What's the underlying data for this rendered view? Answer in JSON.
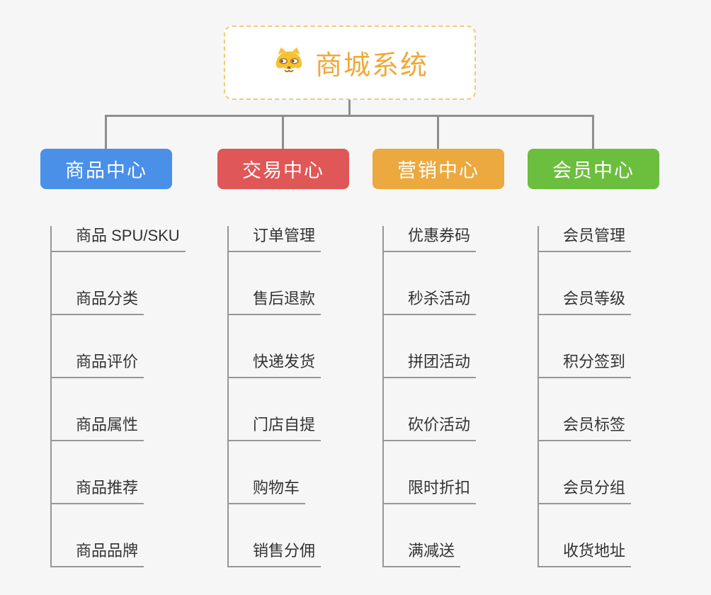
{
  "root": {
    "title": "商城系统",
    "icon": "shiba-dog-icon",
    "title_color": "#f0a838",
    "border_color": "#f3c87a"
  },
  "connector_color": "#8e8e8e",
  "underline_color": "#979797",
  "branches": [
    {
      "label": "商品中心",
      "color": "#4a90e8",
      "children": [
        "商品 SPU/SKU",
        "商品分类",
        "商品评价",
        "商品属性",
        "商品推荐",
        "商品品牌"
      ]
    },
    {
      "label": "交易中心",
      "color": "#e05757",
      "children": [
        "订单管理",
        "售后退款",
        "快递发货",
        "门店自提",
        "购物车",
        "销售分佣"
      ]
    },
    {
      "label": "营销中心",
      "color": "#eba93f",
      "children": [
        "优惠券码",
        "秒杀活动",
        "拼团活动",
        "砍价活动",
        "限时折扣",
        "满减送"
      ]
    },
    {
      "label": "会员中心",
      "color": "#6cbe3f",
      "children": [
        "会员管理",
        "会员等级",
        "积分签到",
        "会员标签",
        "会员分组",
        "收货地址"
      ]
    }
  ]
}
